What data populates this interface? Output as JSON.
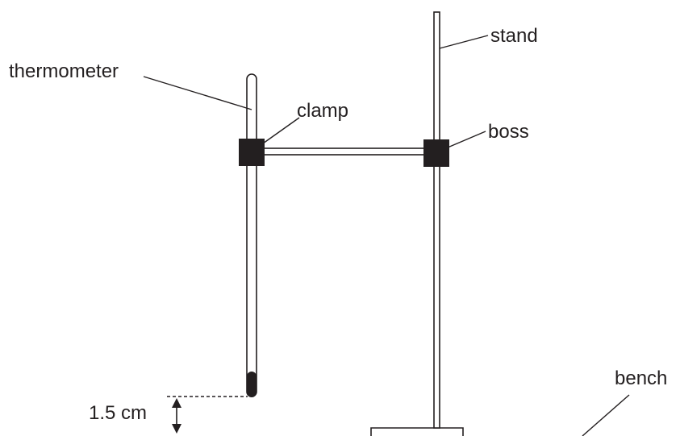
{
  "labels": {
    "thermometer": "thermometer",
    "clamp": "clamp",
    "stand": "stand",
    "boss": "boss",
    "bench": "bench",
    "distance": "1.5 cm"
  },
  "colors": {
    "ink": "#231f20",
    "background": "#ffffff"
  }
}
